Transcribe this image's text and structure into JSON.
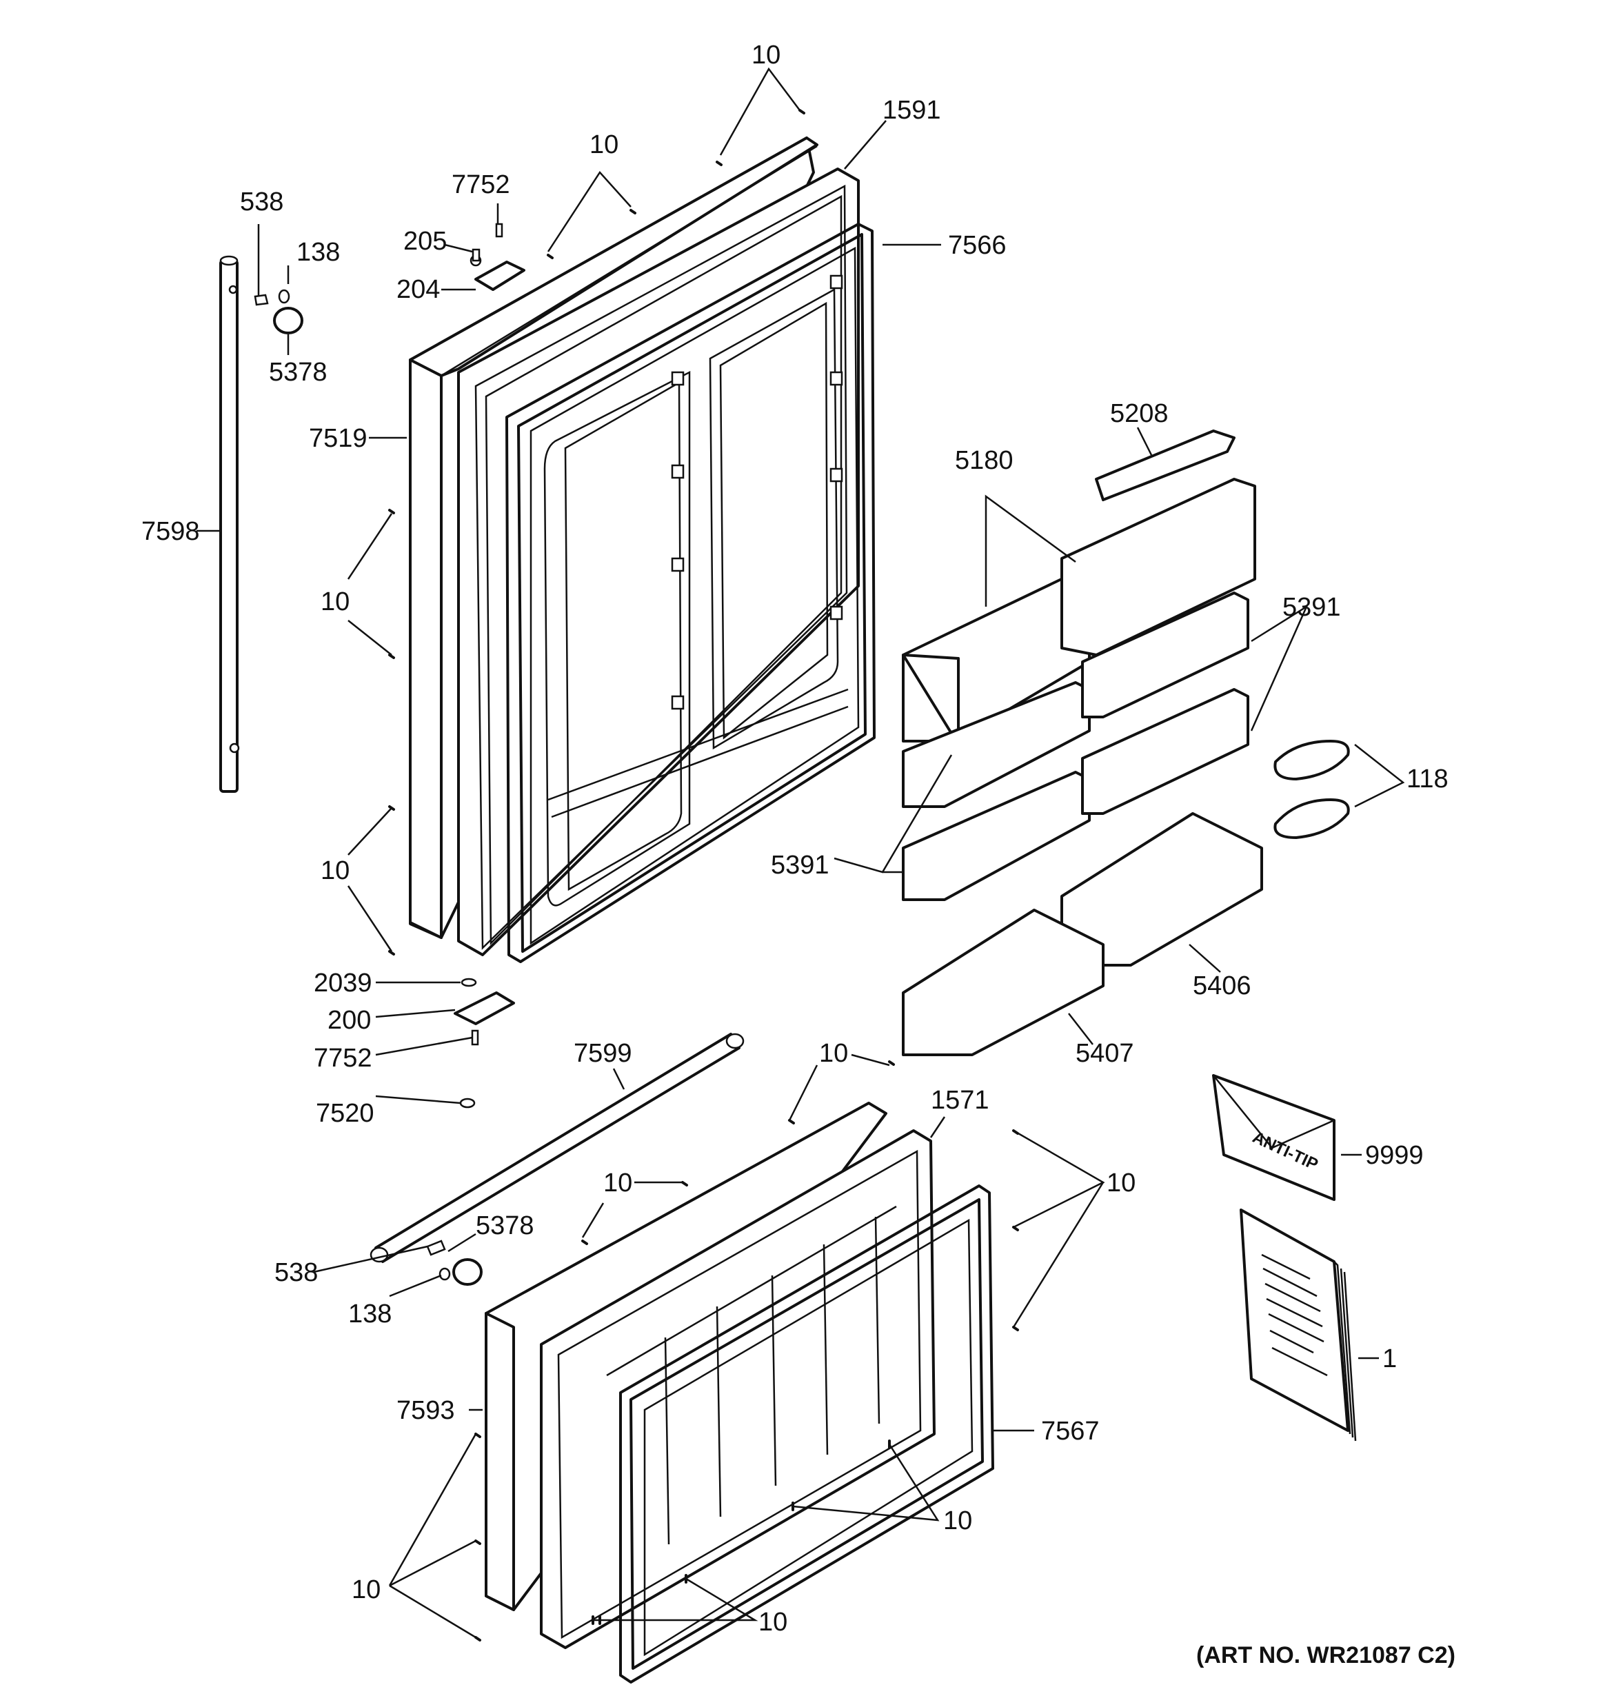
{
  "labels": {
    "l10_top": "10",
    "l1591": "1591",
    "l10_doortop": "10",
    "l7752_top": "7752",
    "l205": "205",
    "l204": "204",
    "l7566": "7566",
    "l538_top": "538",
    "l138_top": "138",
    "l5378_top": "5378",
    "l7519": "7519",
    "l7598": "7598",
    "l10_left1": "10",
    "l10_left2": "10",
    "l2039": "2039",
    "l200": "200",
    "l7752_bot": "7752",
    "l7520": "7520",
    "l7599": "7599",
    "l5208": "5208",
    "l5180": "5180",
    "l5391_r": "5391",
    "l5391_l": "5391",
    "l118": "118",
    "l5406": "5406",
    "l5407": "5407",
    "l10_fz_top": "10",
    "l1571": "1571",
    "l10_fz_mid": "10",
    "l5378_bot": "5378",
    "l538_bot": "538",
    "l138_bot": "138",
    "l10_fz_right": "10",
    "l9999": "9999",
    "l1": "1",
    "l7593": "7593",
    "l7567": "7567",
    "l10_fz_liner": "10",
    "l10_fz_left": "10",
    "l10_fz_bottom": "10"
  },
  "anti_tip_text": "ANTI-TIP",
  "art_number": "(ART NO. WR21087 C2)"
}
